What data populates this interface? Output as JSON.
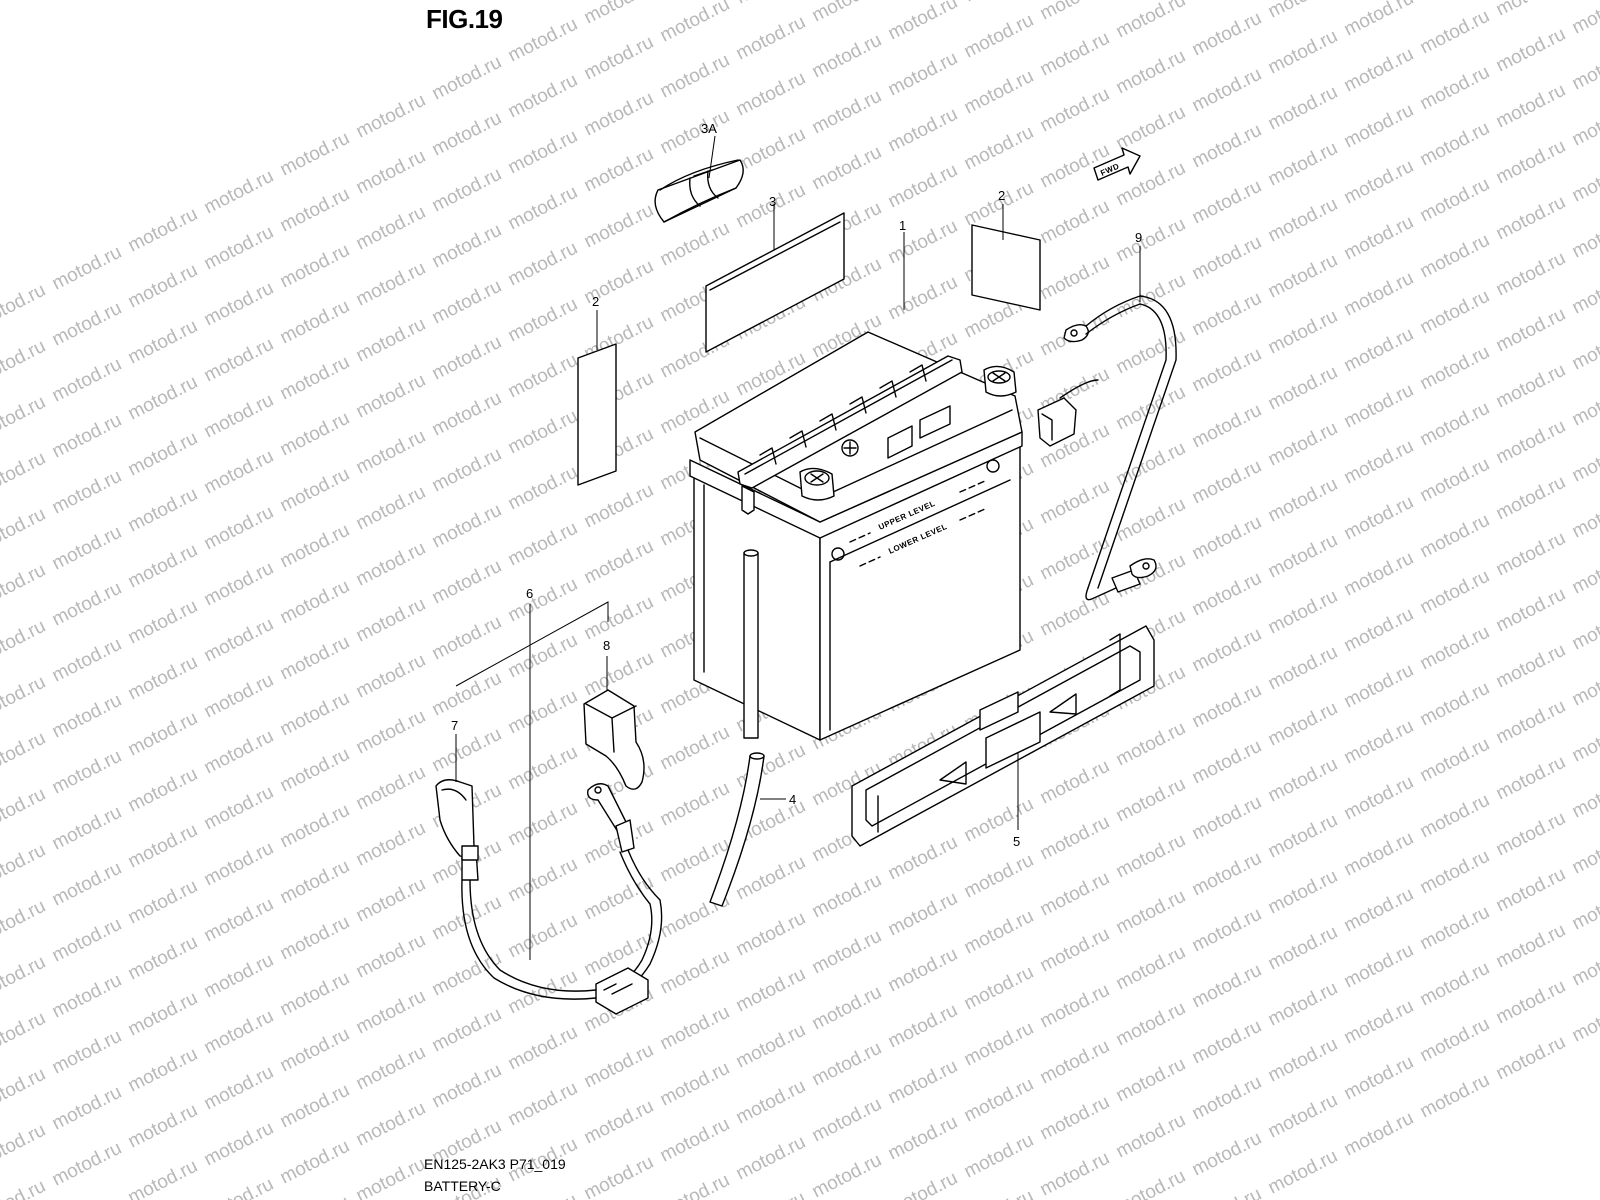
{
  "figure": {
    "title": "FIG.19"
  },
  "watermark": {
    "text": "motod.ru",
    "color": "#b8b8b8"
  },
  "footer": {
    "model_code": "EN125-2AK3 P71_019",
    "section": "BATTERY-C"
  },
  "direction_badge": {
    "label": "FWD"
  },
  "battery_markings": {
    "upper": "UPPER LEVEL",
    "lower": "LOWER LEVEL"
  },
  "callouts": [
    {
      "id": "1",
      "label": "1"
    },
    {
      "id": "2a",
      "label": "2"
    },
    {
      "id": "2b",
      "label": "2"
    },
    {
      "id": "3",
      "label": "3"
    },
    {
      "id": "3A",
      "label": "3A"
    },
    {
      "id": "4",
      "label": "4"
    },
    {
      "id": "5",
      "label": "5"
    },
    {
      "id": "6",
      "label": "6"
    },
    {
      "id": "7",
      "label": "7"
    },
    {
      "id": "8",
      "label": "8"
    },
    {
      "id": "9",
      "label": "9"
    }
  ]
}
